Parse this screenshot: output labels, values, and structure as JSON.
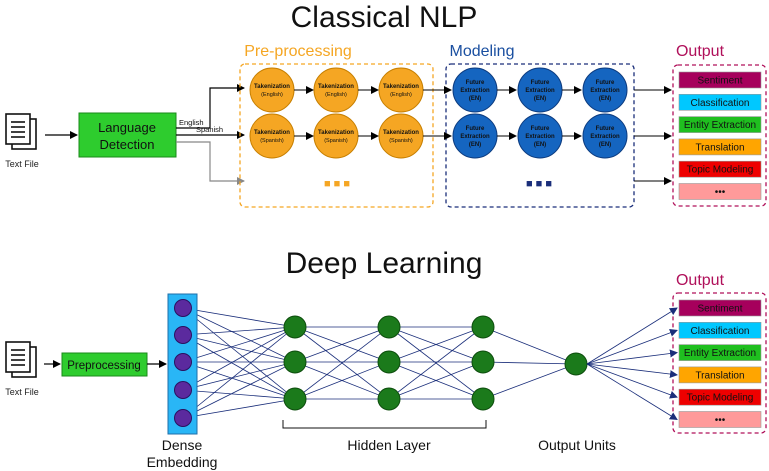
{
  "classical": {
    "title": "Classical NLP",
    "input_label": "Text File",
    "detector_line1": "Language",
    "detector_line2": "Detection",
    "branch_english": "English",
    "branch_spanish": "Spanish",
    "preprocessing_title": "Pre-processing",
    "modeling_title": "Modeling",
    "output_title": "Output",
    "tok_english": [
      "Takenization",
      "(English)"
    ],
    "tok_spanish": [
      "Takenization",
      "(Spanish)"
    ],
    "fe_label": [
      "Future",
      "Extraction",
      "(EN)"
    ],
    "ellipsis": "■ ■ ■",
    "outputs": [
      {
        "label": "Sentiment",
        "color": "#a6005c"
      },
      {
        "label": "Classification",
        "color": "#00c8ff"
      },
      {
        "label": "Entity Extraction",
        "color": "#1fbf1f"
      },
      {
        "label": "Translation",
        "color": "#ffa500"
      },
      {
        "label": "Topic Modeling",
        "color": "#ee0000"
      },
      {
        "label": "•••",
        "color": "#ff9a9a"
      }
    ]
  },
  "deep": {
    "title": "Deep Learning",
    "input_label": "Text File",
    "preprocess_label": "Preprocessing",
    "embedding_line1": "Dense",
    "embedding_line2": "Embedding",
    "hidden_label": "Hidden Layer",
    "output_units_label": "Output Units",
    "output_title": "Output",
    "outputs": [
      {
        "label": "Sentiment",
        "color": "#a6005c"
      },
      {
        "label": "Classification",
        "color": "#00c8ff"
      },
      {
        "label": "Entity Extraction",
        "color": "#1fbf1f"
      },
      {
        "label": "Translation",
        "color": "#ffa500"
      },
      {
        "label": "Topic Modeling",
        "color": "#ee0000"
      },
      {
        "label": "•••",
        "color": "#ff9a9a"
      }
    ]
  },
  "colors": {
    "orange_node": "#f5a623",
    "blue_node": "#1565c0",
    "green_node": "#1b7a1b",
    "purple_node": "#5b2a9e",
    "embedding_bg": "#29b6f6",
    "green_box": "#2ecc2e",
    "output_title": "#b0105a",
    "preproc_title": "#f5a623",
    "modeling_title": "#1a4fa0"
  }
}
